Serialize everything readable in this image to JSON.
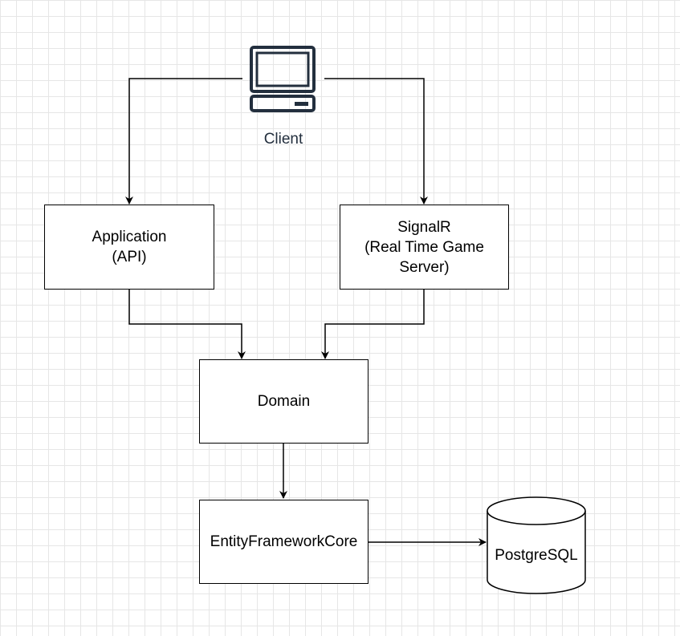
{
  "client": {
    "label": "Client",
    "icon": "desktop-computer-icon"
  },
  "nodes": {
    "application": {
      "lines": [
        "Application",
        "(API)"
      ]
    },
    "signalr": {
      "lines": [
        "SignalR",
        "(Real Time Game",
        "Server)"
      ]
    },
    "domain": {
      "label": "Domain"
    },
    "efcore": {
      "label": "EntityFrameworkCore"
    },
    "database": {
      "label": "PostgreSQL",
      "shape": "cylinder"
    }
  },
  "edges": [
    {
      "from": "client",
      "to": "application"
    },
    {
      "from": "client",
      "to": "signalr"
    },
    {
      "from": "application",
      "to": "domain"
    },
    {
      "from": "signalr",
      "to": "domain"
    },
    {
      "from": "domain",
      "to": "efcore"
    },
    {
      "from": "efcore",
      "to": "database"
    }
  ],
  "colors": {
    "stroke": "#000000",
    "icon": "#232f3e",
    "grid": "#e6e6e6",
    "background": "#ffffff"
  }
}
